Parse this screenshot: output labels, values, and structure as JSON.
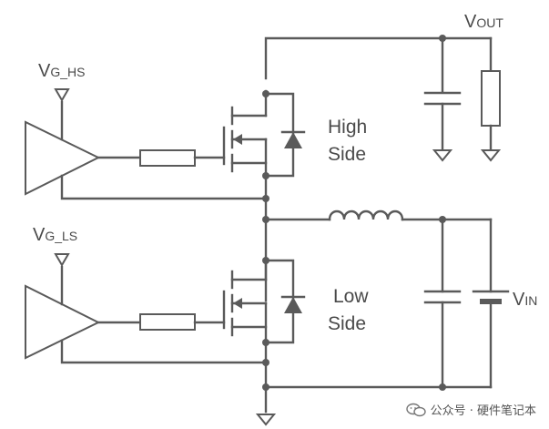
{
  "labels": {
    "vout": {
      "main": "V",
      "sub": "OUT"
    },
    "vg_hs": {
      "main": "V",
      "sub": "G_HS"
    },
    "vg_ls": {
      "main": "V",
      "sub": "G_LS"
    },
    "vin": {
      "main": "V",
      "sub": "IN"
    },
    "high_side": [
      "High",
      "Side"
    ],
    "low_side": [
      "Low",
      "Side"
    ]
  },
  "watermark": {
    "text": "公众号 · 硬件笔记本"
  },
  "colors": {
    "wire": "#5a5a5a",
    "text": "#4a4a4a",
    "background": "#ffffff"
  }
}
